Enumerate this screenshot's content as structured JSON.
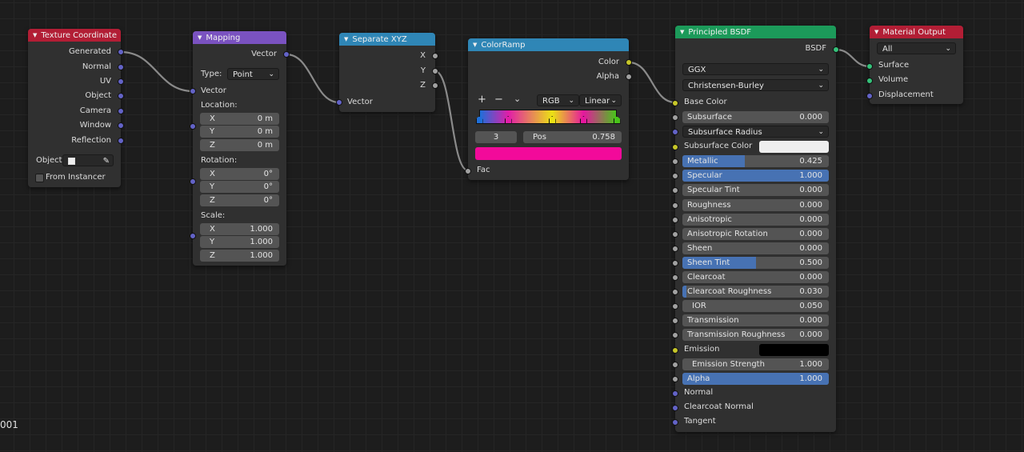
{
  "nodes": {
    "texture_coordinate": {
      "title": "Texture Coordinate",
      "outputs": [
        "Generated",
        "Normal",
        "UV",
        "Object",
        "Camera",
        "Window",
        "Reflection"
      ],
      "object_label": "Object:",
      "from_instancer": "From Instancer",
      "header_color": "#b21e35"
    },
    "mapping": {
      "title": "Mapping",
      "output": "Vector",
      "type_label": "Type:",
      "type_value": "Point",
      "input_vector": "Vector",
      "location_label": "Location:",
      "location": [
        {
          "axis": "X",
          "value": "0 m"
        },
        {
          "axis": "Y",
          "value": "0 m"
        },
        {
          "axis": "Z",
          "value": "0 m"
        }
      ],
      "rotation_label": "Rotation:",
      "rotation": [
        {
          "axis": "X",
          "value": "0°"
        },
        {
          "axis": "Y",
          "value": "0°"
        },
        {
          "axis": "Z",
          "value": "0°"
        }
      ],
      "scale_label": "Scale:",
      "scale": [
        {
          "axis": "X",
          "value": "1.000"
        },
        {
          "axis": "Y",
          "value": "1.000"
        },
        {
          "axis": "Z",
          "value": "1.000"
        }
      ],
      "header_color": "#7a52c0"
    },
    "separate_xyz": {
      "title": "Separate XYZ",
      "outputs": [
        "X",
        "Y",
        "Z"
      ],
      "input": "Vector",
      "header_color": "#2f86b6"
    },
    "color_ramp": {
      "title": "ColorRamp",
      "outputs": [
        "Color",
        "Alpha"
      ],
      "add": "+",
      "remove": "−",
      "more": "⌄",
      "mode": "RGB",
      "interp": "Linear",
      "index": "3",
      "pos_label": "Pos",
      "pos_value": "0.758",
      "current_color": "#f20a9a",
      "input": "Fac",
      "stop_colors": [
        "#1e6fd9",
        "#e11ea8",
        "#ebe214",
        "#e5179e",
        "#49c41a"
      ],
      "stop_positions": [
        0.0,
        0.21,
        0.53,
        0.758,
        1.0
      ],
      "header_color": "#2f86b6"
    },
    "principled": {
      "title": "Principled BSDF",
      "output": "BSDF",
      "distribution": "GGX",
      "sss_method": "Christensen-Burley",
      "base_color": "Base Color",
      "subsurface": {
        "label": "Subsurface",
        "value": "0.000"
      },
      "subsurface_radius": "Subsurface Radius",
      "subsurface_color": "Subsurface Color",
      "subsurface_color_hex": "#eeeeee",
      "metallic": {
        "label": "Metallic",
        "value": "0.425",
        "fill": 0.425
      },
      "specular": {
        "label": "Specular",
        "value": "1.000",
        "fill": 1.0
      },
      "specular_tint": {
        "label": "Specular Tint",
        "value": "0.000"
      },
      "roughness": {
        "label": "Roughness",
        "value": "0.000"
      },
      "anisotropic": {
        "label": "Anisotropic",
        "value": "0.000"
      },
      "anisotropic_rotation": {
        "label": "Anisotropic Rotation",
        "value": "0.000"
      },
      "sheen": {
        "label": "Sheen",
        "value": "0.000"
      },
      "sheen_tint": {
        "label": "Sheen Tint",
        "value": "0.500",
        "fill": 0.5
      },
      "clearcoat": {
        "label": "Clearcoat",
        "value": "0.000"
      },
      "clearcoat_roughness": {
        "label": "Clearcoat Roughness",
        "value": "0.030",
        "fill": 0.03
      },
      "ior": {
        "label": "IOR",
        "value": "0.050"
      },
      "transmission": {
        "label": "Transmission",
        "value": "0.000"
      },
      "transmission_roughness": {
        "label": "Transmission Roughness",
        "value": "0.000"
      },
      "emission": "Emission",
      "emission_color_hex": "#000000",
      "emission_strength": {
        "label": "Emission Strength",
        "value": "1.000"
      },
      "alpha": {
        "label": "Alpha",
        "value": "1.000",
        "fill": 1.0
      },
      "normal": "Normal",
      "clearcoat_normal": "Clearcoat Normal",
      "tangent": "Tangent",
      "header_color": "#1c9a5a"
    },
    "material_output": {
      "title": "Material Output",
      "target": "All",
      "inputs": [
        "Surface",
        "Volume",
        "Displacement"
      ],
      "header_color": "#b21e35"
    }
  },
  "frame_label": "001",
  "colors": {
    "vector_socket": "#6363c7",
    "float_socket": "#a1a1a1",
    "color_socket": "#c7c729",
    "shader_socket": "#35c27a",
    "slider_fill": "#4772b3",
    "link": "#8a8a8a"
  }
}
